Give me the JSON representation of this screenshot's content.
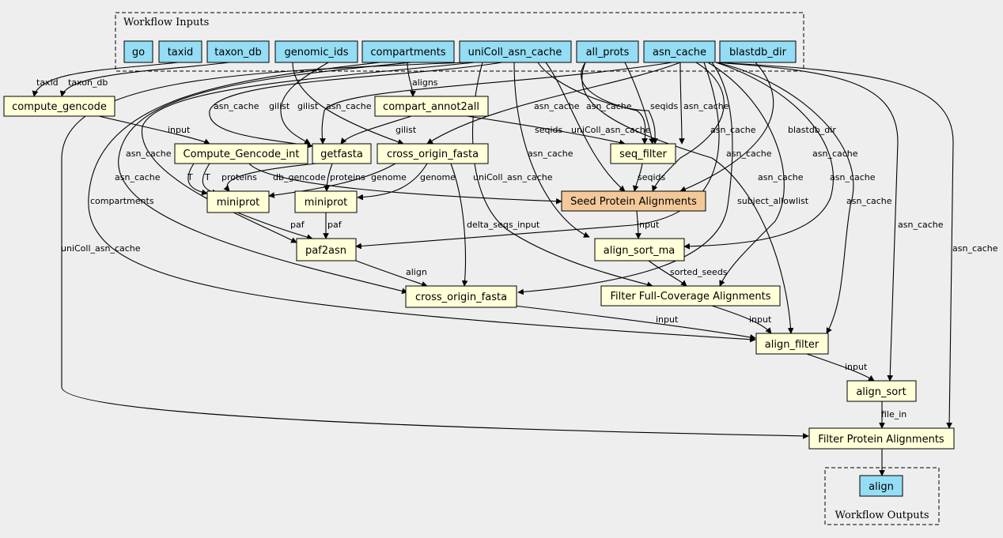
{
  "colors": {
    "background": "#eeeeee",
    "input_fill": "#94ddf4",
    "task_fill": "#ffffd8",
    "highlight_fill": "#f4c99a"
  },
  "clusters": {
    "inputs": "Workflow Inputs",
    "outputs": "Workflow Outputs"
  },
  "inputs": {
    "go": "go",
    "taxid": "taxid",
    "taxon_db": "taxon_db",
    "genomic_ids": "genomic_ids",
    "compartments": "compartments",
    "uniColl_asn_cache": "uniColl_asn_cache",
    "all_prots": "all_prots",
    "asn_cache": "asn_cache",
    "blastdb_dir": "blastdb_dir"
  },
  "tasks": {
    "compute_gencode": "compute_gencode",
    "compart_annot2all": "compart_annot2all",
    "compute_gencode_int": "Compute_Gencode_int",
    "getfasta": "getfasta",
    "cross_origin_fasta_1": "cross_origin_fasta",
    "seq_filter": "seq_filter",
    "miniprot_1": "miniprot",
    "miniprot_2": "miniprot",
    "seed_protein_alignments": "Seed Protein Alignments",
    "paf2asn": "paf2asn",
    "align_sort_ma": "align_sort_ma",
    "cross_origin_fasta_2": "cross_origin_fasta",
    "filter_full_coverage": "Filter Full-Coverage Alignments",
    "align_filter": "align_filter",
    "align_sort": "align_sort",
    "filter_protein_alignments": "Filter Protein Alignments"
  },
  "outputs": {
    "align": "align"
  },
  "edge_labels": {
    "taxid": "taxid",
    "taxon_db": "taxon_db",
    "aligns": "aligns",
    "asn_cache": "asn_cache",
    "gilist": "gilist",
    "seqids": "seqids",
    "uniColl_asn_cache": "uniColl_asn_cache",
    "blastdb_dir": "blastdb_dir",
    "input": "input",
    "T": "T",
    "proteins": "proteins",
    "db_gencode": "db_gencode",
    "genome": "genome",
    "compartments": "compartments",
    "subject_allowlist": "subject_allowlist",
    "paf": "paf",
    "delta_seqs_input": "delta_seqs_input",
    "align": "align",
    "sorted_seeds": "sorted_seeds",
    "file_in": "file_in"
  }
}
